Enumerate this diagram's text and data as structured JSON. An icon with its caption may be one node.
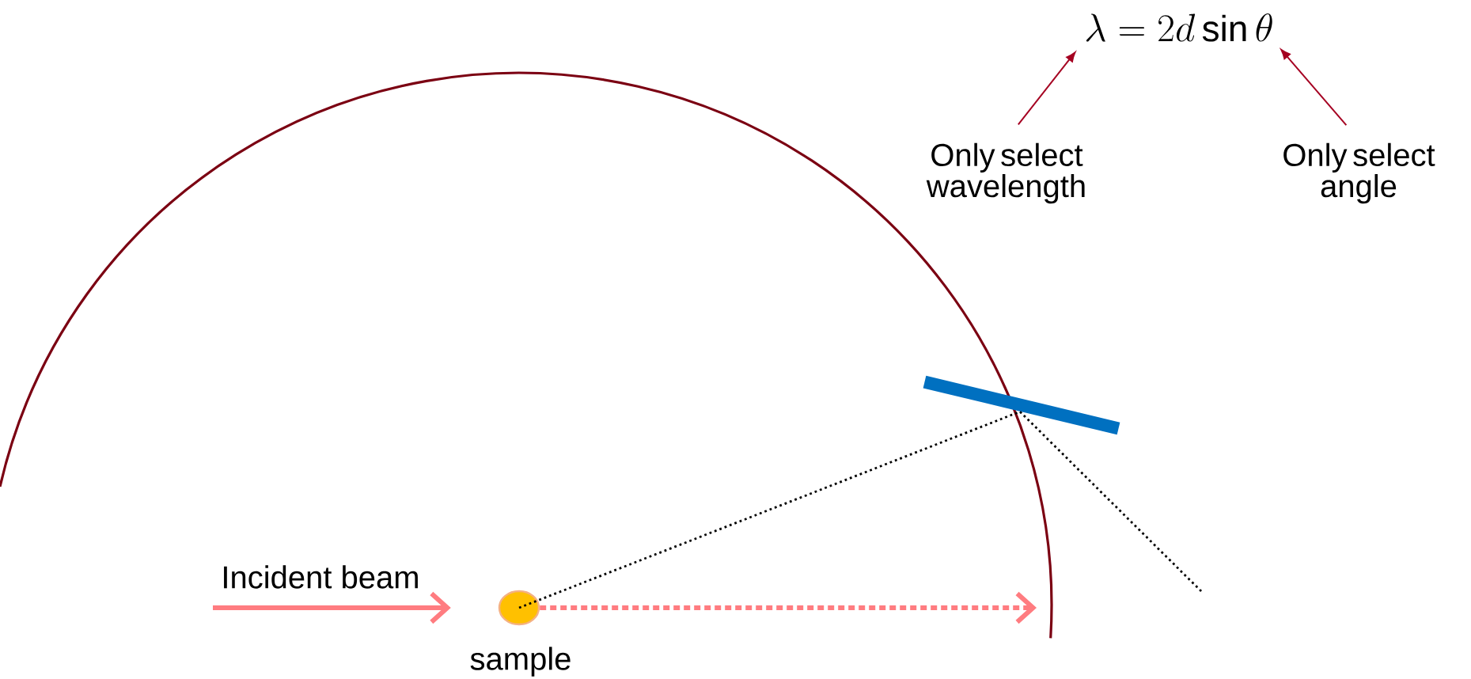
{
  "diagram": {
    "nodes": [
      {
        "text": [
          "\\lambda = 2d\\sin\\theta"
        ]
      },
      {
        "text": [
          "Only select wavelength"
        ]
      },
      {
        "text": [
          "Only select angle"
        ]
      },
      {
        "text": [],
        "shape": "bar"
      },
      {
        "text": [],
        "shape": "circle",
        "beside": [
          "sample"
        ]
      }
    ],
    "edges": [
      {
        "from": 1,
        "to": 0,
        "arrow": "to",
        "color": "#a50021"
      },
      {
        "from": 2,
        "to": 0,
        "arrow": "to",
        "color": "#a50021"
      },
      {
        "from": null,
        "to": 4,
        "arrow": "to",
        "label": "Incident beam",
        "style": "thick",
        "color": "#ff7c80"
      },
      {
        "from": 4,
        "to": null,
        "arrow": "to",
        "style": "dashed",
        "color": "#ff7c80"
      },
      {
        "from": 4,
        "to": 3,
        "arrow": "none",
        "style": "dashed",
        "color": "#000000"
      },
      {
        "from": 3,
        "to": null,
        "arrow": "none",
        "style": "dashed",
        "color": "#000000"
      }
    ]
  }
}
